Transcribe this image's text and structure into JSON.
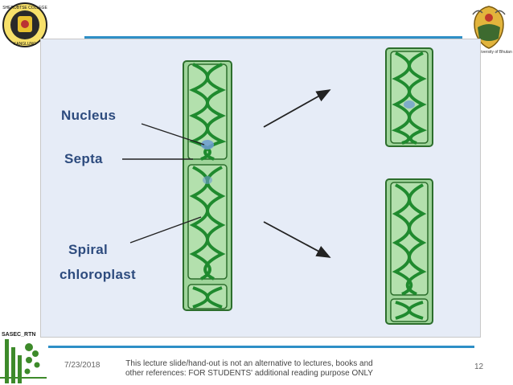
{
  "slide": {
    "date": "7/23/2018",
    "disclaimer_line1": "This lecture slide/hand-out is not an alternative to lectures, books and",
    "disclaimer_line2": "other references: FOR STUDENTS' additional reading purpose  ONLY",
    "page_number": "12",
    "accent_color": "#2e8fc6"
  },
  "logos": {
    "left": {
      "icon": "college-crest-icon",
      "text_top": "SHERUBTSE COLLEGE",
      "text_bottom": "KANGLUNG"
    },
    "right": {
      "icon": "university-crest-icon",
      "caption": "University of Bhutan"
    },
    "bottom_left": {
      "icon": "sasec-rtn-logo-icon",
      "text": "SASEC_RTN"
    }
  },
  "figure": {
    "labels": {
      "nucleus": "Nucleus",
      "septa": "Septa",
      "spiral_line1": "Spiral",
      "spiral_line2": "chloroplast"
    },
    "colors": {
      "background": "#e6ecf7",
      "cell_fill": "#a6d8a0",
      "chloroplast": "#1f8a2e",
      "label": "#2d4b7e"
    }
  }
}
